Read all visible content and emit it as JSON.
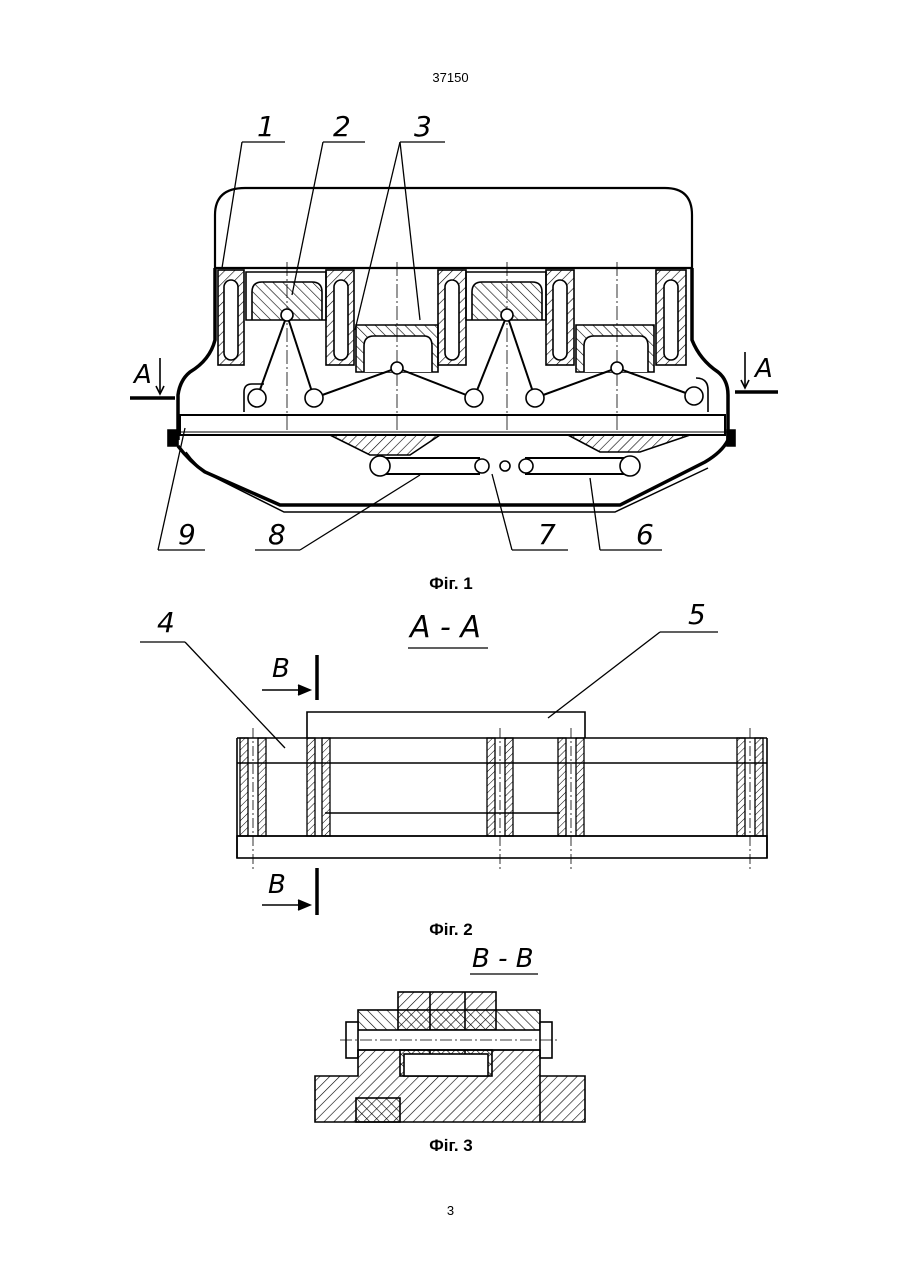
{
  "header": {
    "doc_number": "37150"
  },
  "figures": [
    {
      "caption": "Фіг. 1",
      "callouts": [
        "1",
        "2",
        "3",
        "9",
        "8",
        "7",
        "6"
      ],
      "section_marks": [
        "A",
        "A"
      ]
    },
    {
      "caption": "Фіг. 2",
      "section_title": "A - A",
      "callouts": [
        "4",
        "5"
      ],
      "section_marks": [
        "B",
        "B"
      ]
    },
    {
      "caption": "Фіг. 3",
      "section_title": "B - B"
    }
  ],
  "footer": {
    "page_number": "3"
  }
}
